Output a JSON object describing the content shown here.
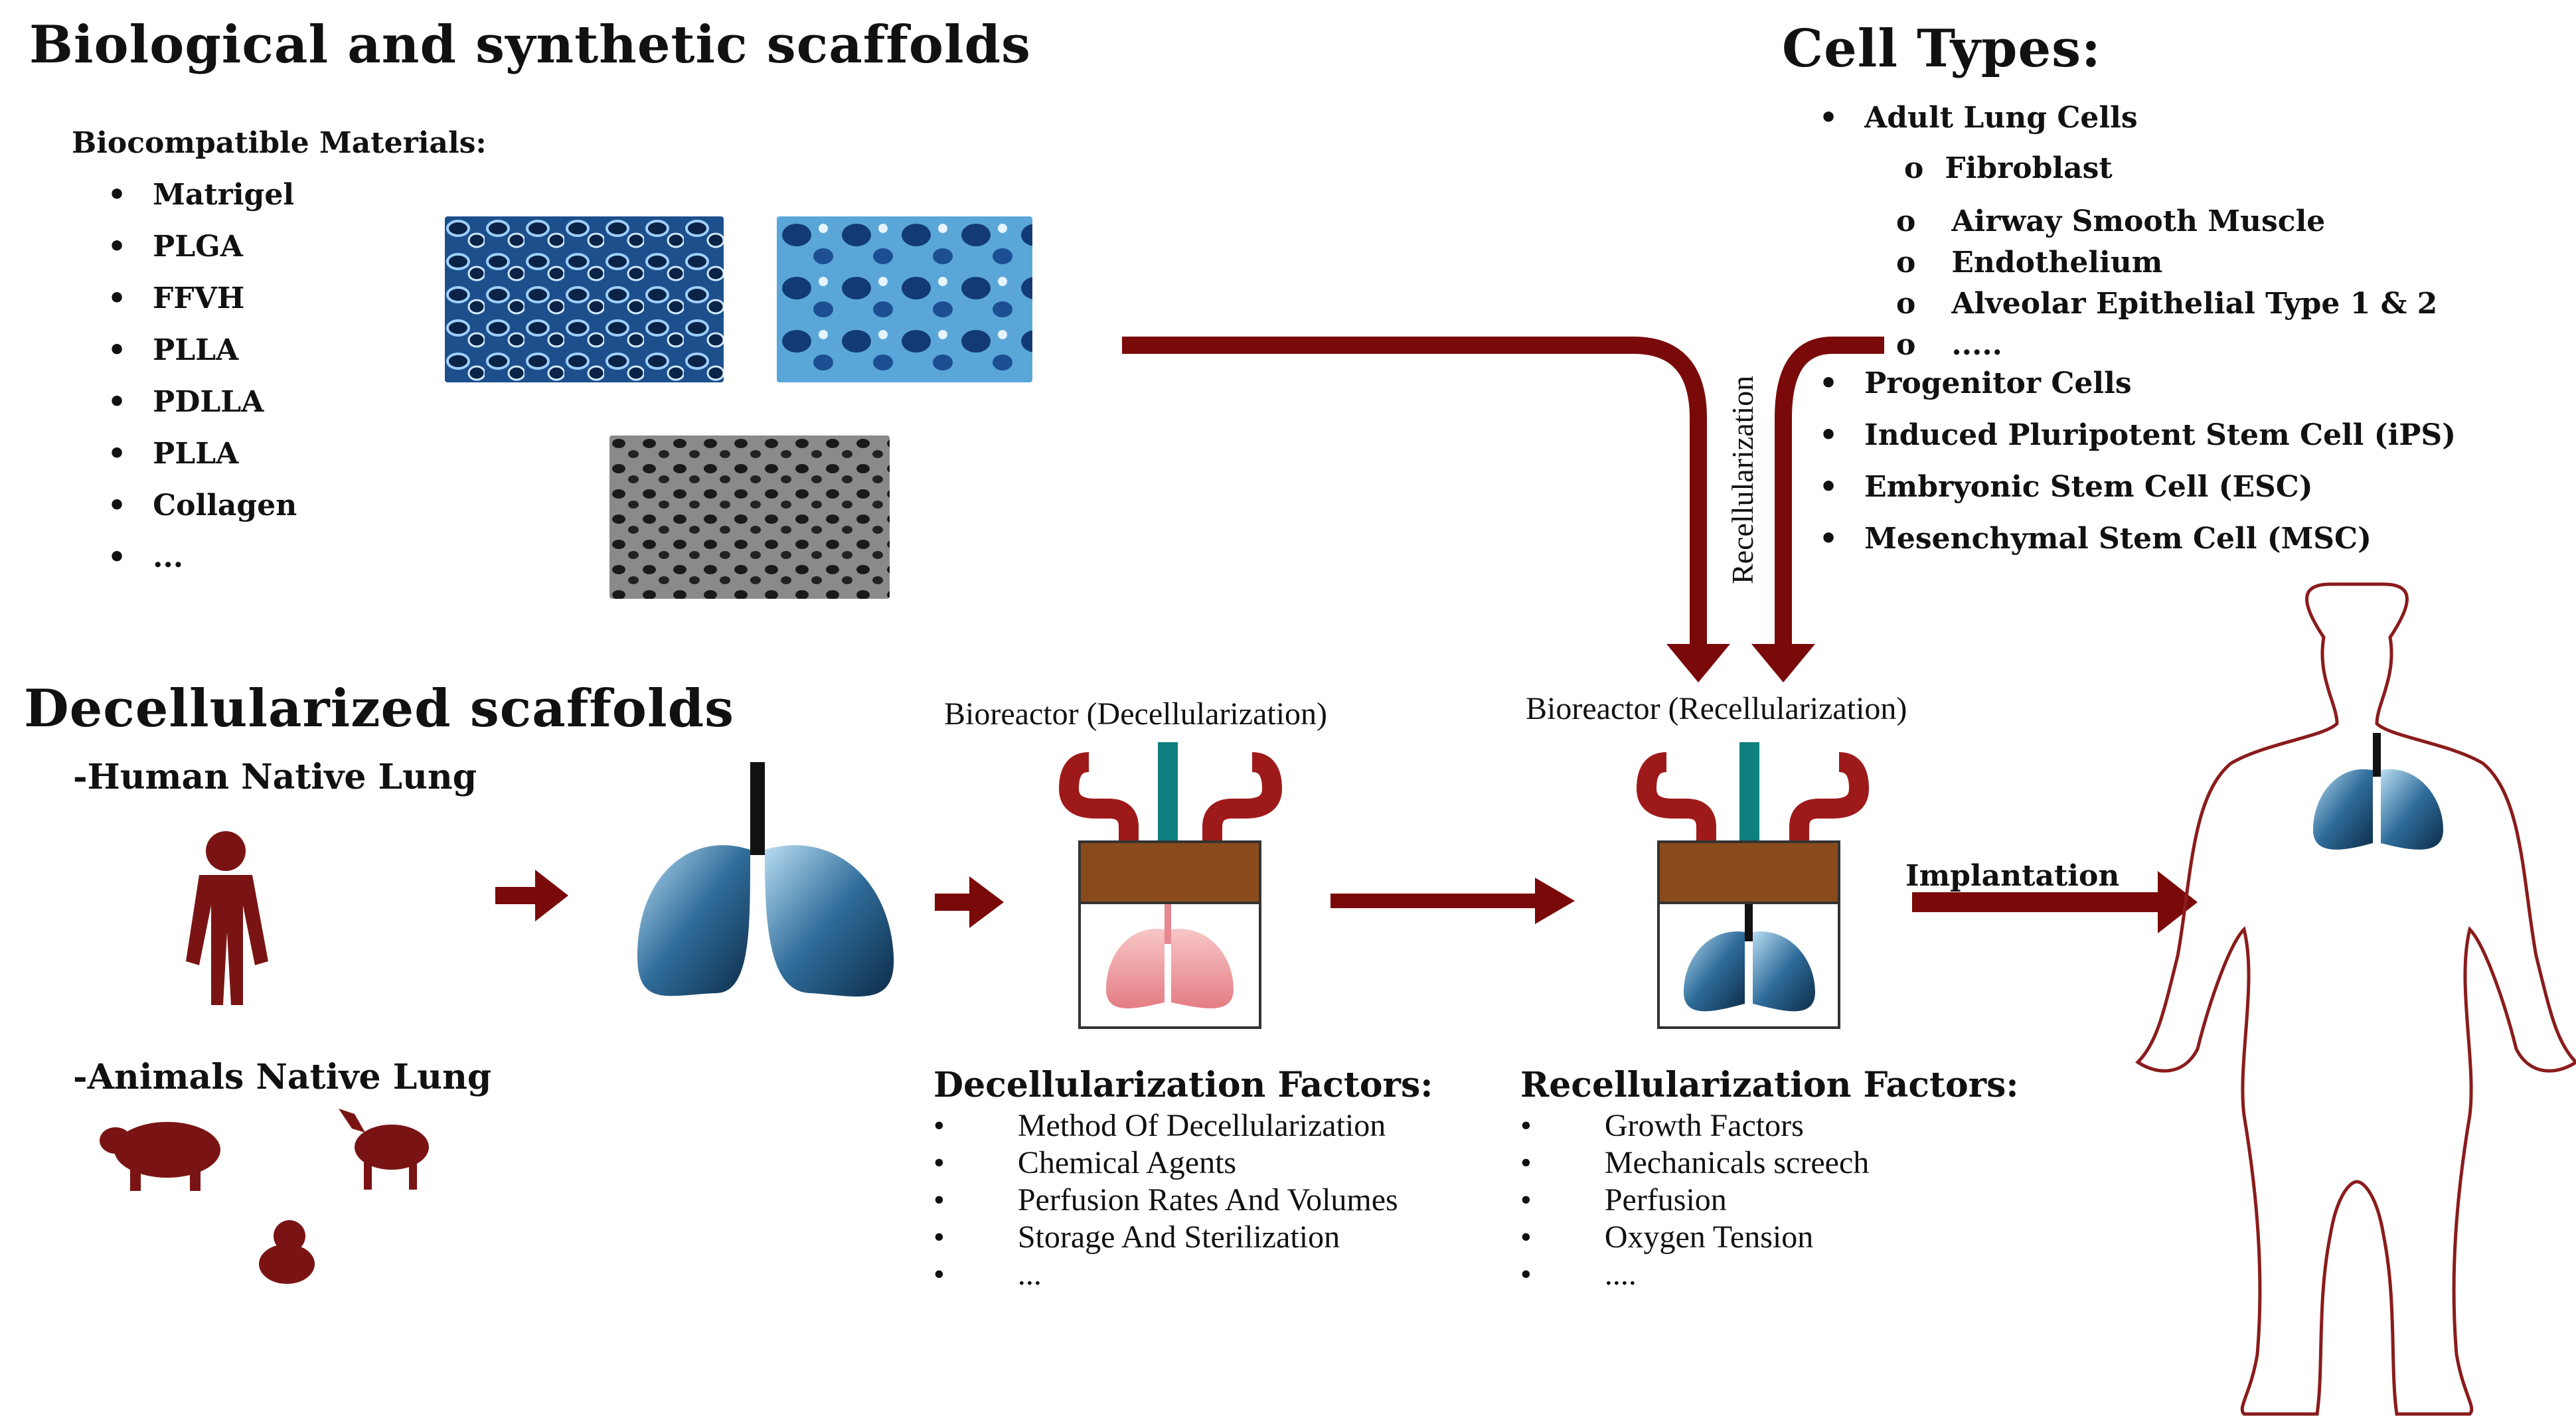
{
  "scaffolds": {
    "title": "Biological and synthetic scaffolds",
    "materials_heading": "Biocompatible Materials:",
    "materials": [
      "Matrigel",
      "PLGA",
      "FFVH",
      "PLLA",
      "PDLLA",
      "PLLA",
      "Collagen",
      "..."
    ]
  },
  "cell_types": {
    "title": "Cell Types:",
    "adult_heading": "Adult Lung Cells",
    "adult_sub": [
      "Fibroblast",
      "Airway Smooth Muscle",
      "Endothelium",
      "Alveolar Epithelial Type 1 & 2",
      "....."
    ],
    "other": [
      "Progenitor Cells",
      "Induced Pluripotent Stem Cell (iPS)",
      "Embryonic Stem Cell (ESC)",
      "Mesenchymal Stem Cell (MSC)"
    ]
  },
  "decell": {
    "title": "Decellularized scaffolds",
    "human_label": "-Human Native Lung",
    "animal_label": "-Animals Native Lung"
  },
  "bioreactor_decell": {
    "label": "Bioreactor (Decellularization)",
    "factors_title": "Decellularization Factors:",
    "factors": [
      "Method Of Decellularization",
      "Chemical Agents",
      "Perfusion Rates And Volumes",
      "Storage And Sterilization",
      "..."
    ]
  },
  "bioreactor_recell": {
    "label": "Bioreactor (Recellularization)",
    "factors_title": "Recellularization Factors:",
    "factors": [
      "Growth Factors",
      "Mechanicals screech",
      "Perfusion",
      "Oxygen Tension",
      "...."
    ]
  },
  "recellularization_label": "Recellularization",
  "implantation_label": "Implantation",
  "colors": {
    "arrow": "#7a0a0a",
    "silhouette": "#7a1414",
    "pipe_red": "#9e1a1a",
    "pipe_teal": "#0f8080",
    "lid": "#8a4b1c"
  }
}
